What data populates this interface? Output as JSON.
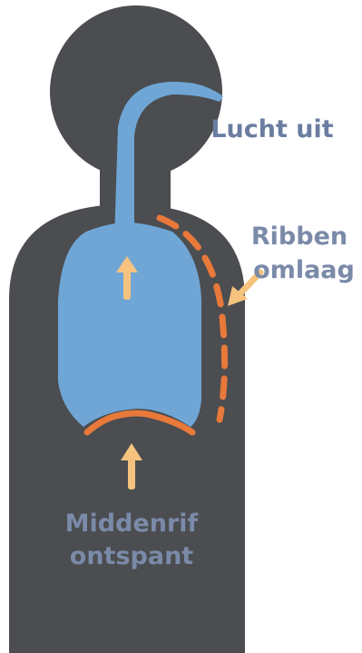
{
  "labels": {
    "exhale": "Lucht uit",
    "ribs_line1": "Ribben",
    "ribs_line2": "omlaag",
    "diaphragm_line1": "Middenrif",
    "diaphragm_line2": "ontspant"
  },
  "colors": {
    "body": "#4b4d50",
    "lungs": "#6fa6d6",
    "orange": "#e8793a",
    "arrow": "#f6c37e",
    "label_text": "#7a8aa8",
    "label_text_dark": "#6a7da0"
  }
}
